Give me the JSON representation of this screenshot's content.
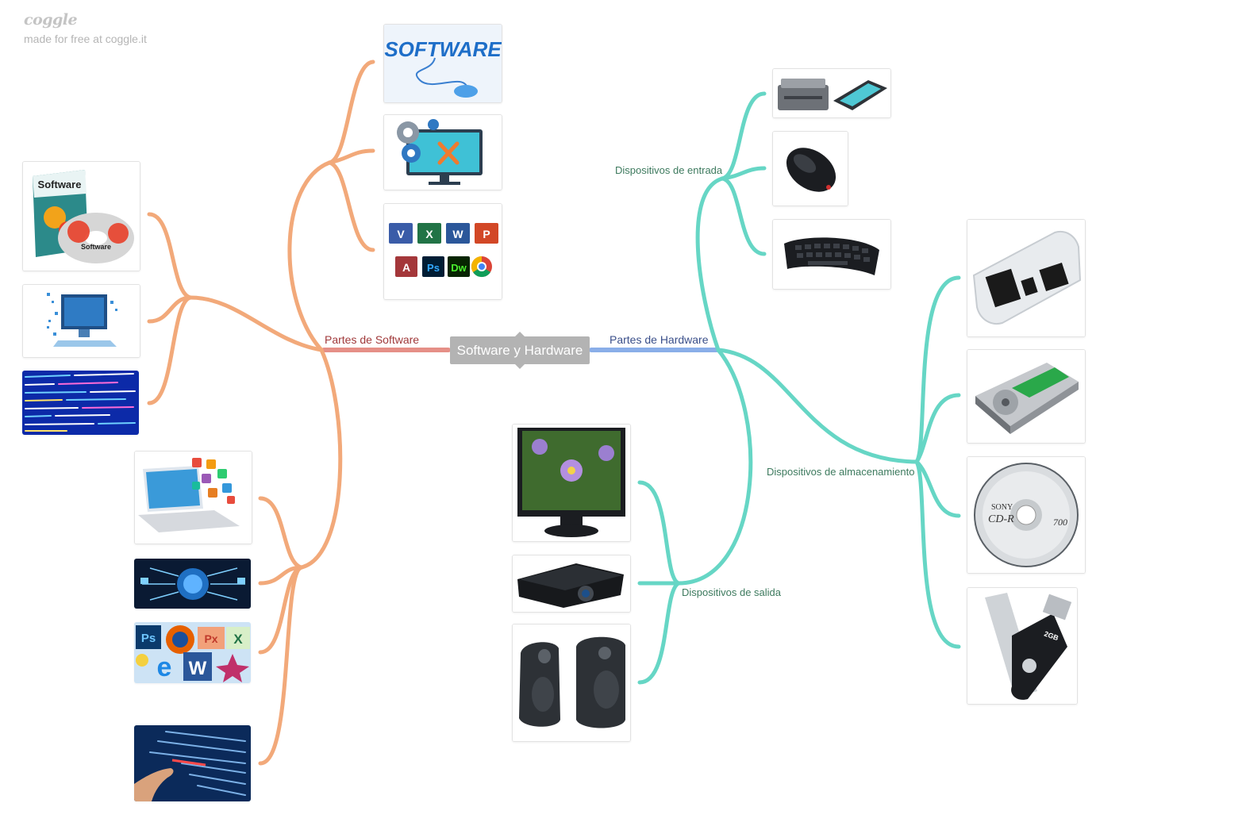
{
  "brand": {
    "logo": "coggle",
    "tagline": "made for free at coggle.it"
  },
  "central_node": {
    "label": "Software y Hardware"
  },
  "software_branch": {
    "label": "Partes de Software",
    "color": "#a0393a",
    "line_color": "#e58f87",
    "curve_color": "#f2a97a"
  },
  "hardware_branch": {
    "label": "Partes de Hardware",
    "color": "#3a4f8a",
    "line_color": "#8aaee8",
    "curve_color": "#66d6c5",
    "sub": {
      "entrada": "Dispositivos de entrada",
      "almacenamiento": "Dispositivos de almacenamiento",
      "salida": "Dispositivos de salida"
    }
  },
  "images": {
    "software_logo_text": "SOFTWARE",
    "software_box_text": "Software",
    "software_disc_text": "Software",
    "app_icons": [
      "V",
      "X",
      "W",
      "P",
      "A",
      "Ps",
      "Dw",
      ""
    ],
    "app_icons_mix": [
      "Ps",
      "Px",
      "W",
      "X"
    ],
    "usb_capacity": "2GB",
    "cd_brand": "SONY",
    "cd_type": "CD-R",
    "cd_capacity": "700"
  }
}
